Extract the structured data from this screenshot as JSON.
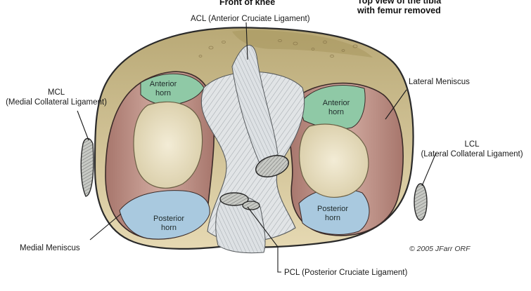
{
  "header": {
    "front_label": "Front of knee",
    "top_right_line1": "Top view of the tibia",
    "top_right_line2": "with femur removed"
  },
  "labels": {
    "acl": "ACL (Anterior Cruciate Ligament)",
    "mcl_line1": "MCL",
    "mcl_line2": "(Medial Collateral Ligament)",
    "lateral_meniscus": "Lateral Meniscus",
    "lcl_line1": "LCL",
    "lcl_line2": "(Lateral Collateral Ligament)",
    "medial_meniscus": "Medial Meniscus",
    "pcl": "PCL (Posterior Cruciate Ligament)",
    "copyright": "© 2005 JFarr ORF"
  },
  "horns": {
    "left_anterior_1": "Anterior",
    "left_anterior_2": "horn",
    "right_anterior_1": "Anterior",
    "right_anterior_2": "horn",
    "left_posterior_1": "Posterior",
    "left_posterior_2": "horn",
    "right_posterior_1": "Posterior",
    "right_posterior_2": "horn"
  },
  "colors": {
    "tibia": "#c9b98a",
    "tibia_dark": "#8f7d52",
    "meniscus": "#b98a7f",
    "anterior_horn": "#8fc9a6",
    "posterior_horn": "#a9c9df",
    "cartilage": "#e8e0c6",
    "ligament": "#d9dde0",
    "stroke": "#2a2a2a"
  }
}
